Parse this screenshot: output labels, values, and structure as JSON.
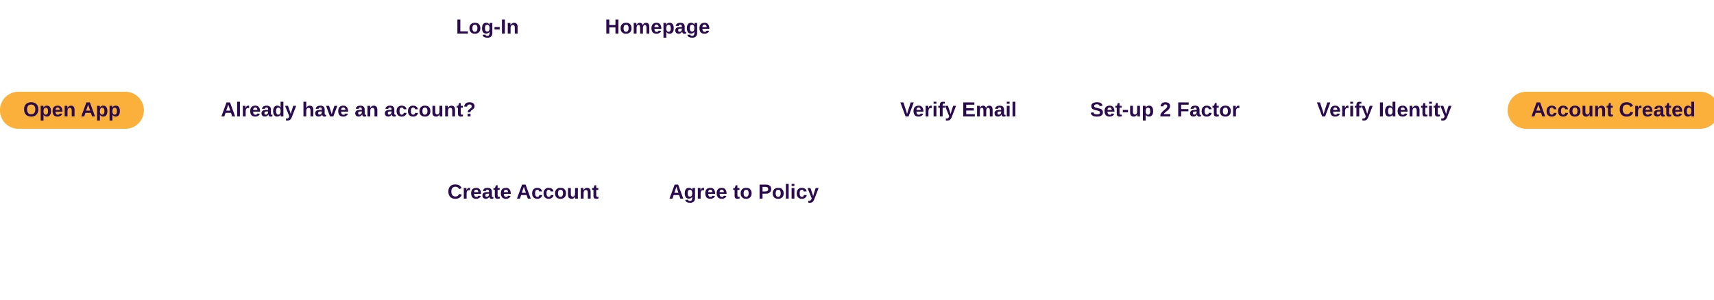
{
  "colors": {
    "text": "#2a0c4e",
    "terminal_fill": "#fbb03b",
    "background": "#ffffff"
  },
  "nodes": {
    "open_app": "Open App",
    "already_have_account": "Already have an account?",
    "log_in": "Log-In",
    "homepage": "Homepage",
    "create_account": "Create Account",
    "agree_to_policy": "Agree to Policy",
    "verify_email": "Verify Email",
    "setup_2_factor": "Set-up 2 Factor",
    "verify_identity": "Verify Identity",
    "account_created": "Account Created"
  }
}
